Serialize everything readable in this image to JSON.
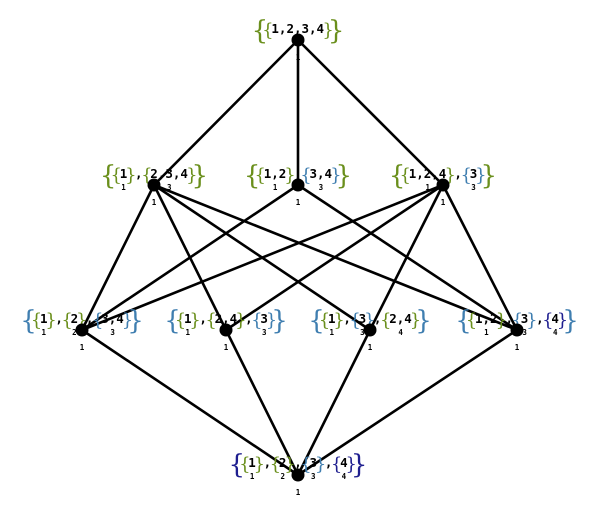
{
  "colors": {
    "outer_brace": "#6a8f1c",
    "block_brace": "#6a8f1c",
    "block_brace_2": "#3f7eb0",
    "block_brace_3": "#1e1e8f",
    "edge": "#000000",
    "node": "#000000"
  },
  "nodes": [
    {
      "id": "top",
      "outer": "#6a8f1c",
      "subscript": "1",
      "blocks": [
        {
          "text": "1,2,3,4",
          "color": "#6a8f1c",
          "sub": ""
        }
      ]
    },
    {
      "id": "r1a",
      "outer": "#6a8f1c",
      "subscript": "1",
      "blocks": [
        {
          "text": "1",
          "color": "#6a8f1c",
          "sub": "1"
        },
        {
          "text": "2,3,4",
          "color": "#6a8f1c",
          "sub": "3"
        }
      ]
    },
    {
      "id": "r1b",
      "outer": "#6a8f1c",
      "subscript": "1",
      "blocks": [
        {
          "text": "1,2",
          "color": "#6a8f1c",
          "sub": "1"
        },
        {
          "text": "3,4",
          "color": "#3f7eb0",
          "sub": "3"
        }
      ]
    },
    {
      "id": "r1c",
      "outer": "#6a8f1c",
      "subscript": "1",
      "blocks": [
        {
          "text": "1,2,4",
          "color": "#6a8f1c",
          "sub": "1"
        },
        {
          "text": "3",
          "color": "#3f7eb0",
          "sub": "3"
        }
      ]
    },
    {
      "id": "r2a",
      "outer": "#3f7eb0",
      "subscript": "1",
      "blocks": [
        {
          "text": "1",
          "color": "#6a8f1c",
          "sub": "1"
        },
        {
          "text": "2",
          "color": "#6a8f1c",
          "sub": "2"
        },
        {
          "text": "3,4",
          "color": "#3f7eb0",
          "sub": "3"
        }
      ]
    },
    {
      "id": "r2b",
      "outer": "#3f7eb0",
      "subscript": "1",
      "blocks": [
        {
          "text": "1",
          "color": "#6a8f1c",
          "sub": "1"
        },
        {
          "text": "2,4",
          "color": "#6a8f1c",
          "sub": "2"
        },
        {
          "text": "3",
          "color": "#3f7eb0",
          "sub": "3"
        }
      ]
    },
    {
      "id": "r2c",
      "outer": "#3f7eb0",
      "subscript": "1",
      "blocks": [
        {
          "text": "1",
          "color": "#6a8f1c",
          "sub": "1"
        },
        {
          "text": "3",
          "color": "#3f7eb0",
          "sub": "3"
        },
        {
          "text": "2,4",
          "color": "#6a8f1c",
          "sub": "4"
        }
      ]
    },
    {
      "id": "r2d",
      "outer": "#3f7eb0",
      "subscript": "1",
      "blocks": [
        {
          "text": "1,2",
          "color": "#6a8f1c",
          "sub": "1"
        },
        {
          "text": "3",
          "color": "#3f7eb0",
          "sub": "3"
        },
        {
          "text": "4",
          "color": "#1e1e8f",
          "sub": "4"
        }
      ]
    },
    {
      "id": "bottom",
      "outer": "#1e1e8f",
      "subscript": "1",
      "blocks": [
        {
          "text": "1",
          "color": "#6a8f1c",
          "sub": "1"
        },
        {
          "text": "2",
          "color": "#6a8f1c",
          "sub": "2"
        },
        {
          "text": "3",
          "color": "#3f7eb0",
          "sub": "3"
        },
        {
          "text": "4",
          "color": "#1e1e8f",
          "sub": "4"
        }
      ]
    }
  ],
  "edges": [
    [
      "top",
      "r1a"
    ],
    [
      "top",
      "r1b"
    ],
    [
      "top",
      "r1c"
    ],
    [
      "r1a",
      "r2a"
    ],
    [
      "r1a",
      "r2c"
    ],
    [
      "r1a",
      "r2b"
    ],
    [
      "r1a",
      "r2d"
    ],
    [
      "r1b",
      "r2a"
    ],
    [
      "r1b",
      "r2d"
    ],
    [
      "r1c",
      "r2a"
    ],
    [
      "r1c",
      "r2b"
    ],
    [
      "r1c",
      "r2c"
    ],
    [
      "r1c",
      "r2d"
    ],
    [
      "r2a",
      "bottom"
    ],
    [
      "r2b",
      "bottom"
    ],
    [
      "r2c",
      "bottom"
    ],
    [
      "r2d",
      "bottom"
    ]
  ]
}
